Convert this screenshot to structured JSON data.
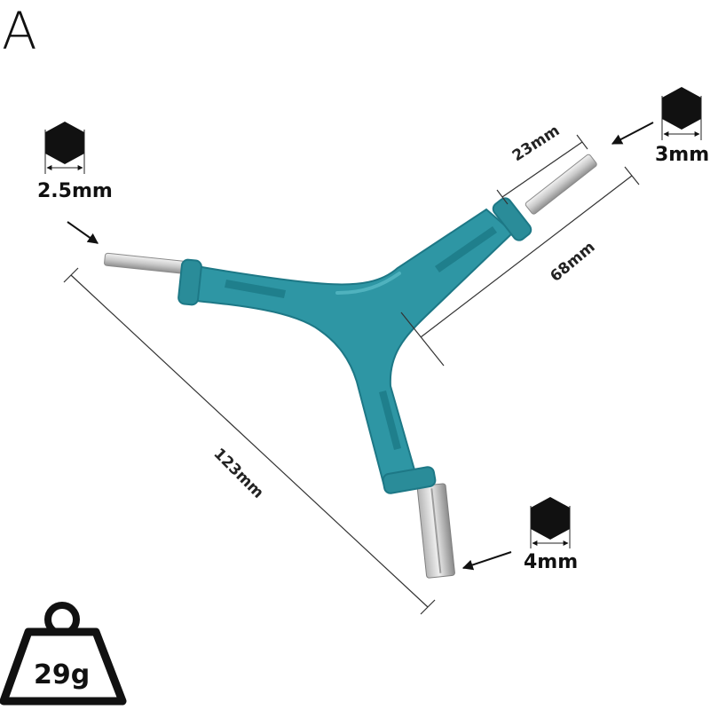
{
  "variant_letter": "A",
  "bit_sizes": {
    "left": "2.5mm",
    "right": "3mm",
    "bottom": "4mm"
  },
  "dimensions": {
    "bit_length": "23mm",
    "arm_length": "68mm",
    "overall_length": "123mm"
  },
  "weight": "29g",
  "colors": {
    "handle": "#2e96a4",
    "handle_dark": "#1f7f8c",
    "handle_light": "#4fb3bf",
    "steel": "#cfcfcf",
    "steel_dark": "#9a9a9a",
    "ink": "#111111"
  },
  "icons": {
    "hex": "hexagon-icon",
    "weight": "weight-icon",
    "arrow": "arrow-icon"
  }
}
